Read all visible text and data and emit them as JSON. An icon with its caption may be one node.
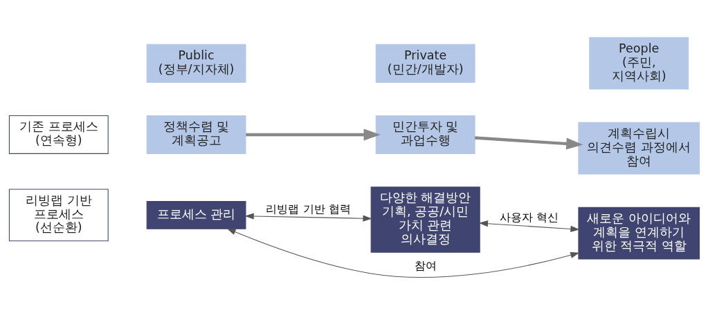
{
  "diagram": {
    "nodes": [
      {
        "text": [
          "Public",
          "(정부/지자체)"
        ]
      },
      {
        "text": [
          "Private",
          "(민간/개발자)"
        ]
      },
      {
        "text": [
          "People",
          "(주민, 지역사회)"
        ]
      },
      {
        "text": [
          "기존 프로세스 (연속형)"
        ]
      },
      {
        "text": [
          "정책수렴 및 계획공고"
        ]
      },
      {
        "text": [
          "민간투자 및 과업수행"
        ]
      },
      {
        "text": [
          "계획수립시 의견수렴 과정에서 참여"
        ]
      },
      {
        "text": [
          "리빙랩 기반 프로세스 (선순환)"
        ]
      },
      {
        "text": [
          "다양한 해결방안 기획, 공공/시민 가치 관련 의사결정"
        ]
      },
      {
        "text": [
          "프로세스 관리"
        ]
      },
      {
        "text": [
          "새로운 아이디어와 계획을 연계하기 위한 적극적 역할"
        ]
      }
    ],
    "edges": [
      {
        "from": 4,
        "to": 5,
        "arrow": "to",
        "style": "thick"
      },
      {
        "from": 5,
        "to": 6,
        "arrow": "to",
        "style": "thick"
      },
      {
        "from": 9,
        "to": 8,
        "arrow": "both",
        "label": "리빙랩 기반 협력"
      },
      {
        "from": 8,
        "to": 10,
        "arrow": "both",
        "label": "사용자 혁신"
      },
      {
        "from": 9,
        "to": 10,
        "arrow": "both",
        "label": "참여"
      }
    ]
  }
}
